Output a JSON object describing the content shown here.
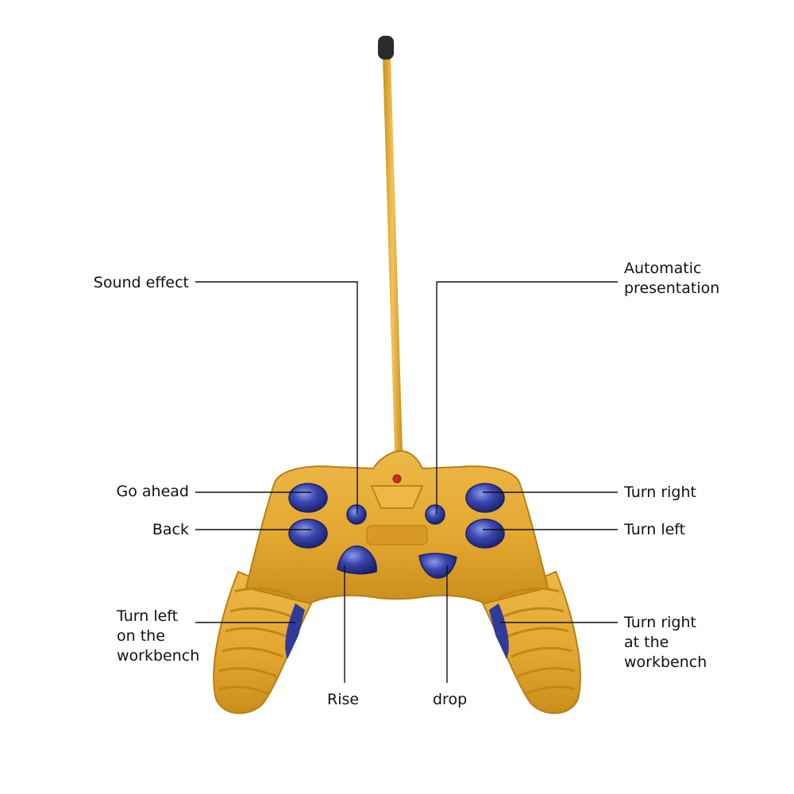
{
  "colors": {
    "body": "#E2A62E",
    "body_shadow": "#B97F14",
    "body_highlight": "#F2C35A",
    "button": "#2F3A9A",
    "button_dark": "#1A2066",
    "button_shine": "#8C9AE6",
    "antenna": "#E9AE2C",
    "antenna_tip": "#2A2A2A",
    "led": "#D42A1A",
    "leader_line": "#111111"
  },
  "labels": {
    "sound_effect": "Sound effect",
    "automatic_presentation": [
      "Automatic",
      "presentation"
    ],
    "go_ahead": "Go ahead",
    "back": "Back",
    "turn_right": "Turn right",
    "turn_left": "Turn left",
    "turn_left_workbench": [
      "Turn left",
      "on the",
      "workbench"
    ],
    "turn_right_workbench": [
      "Turn right",
      "at the",
      "workbench"
    ],
    "rise": "Rise",
    "drop": "drop"
  }
}
